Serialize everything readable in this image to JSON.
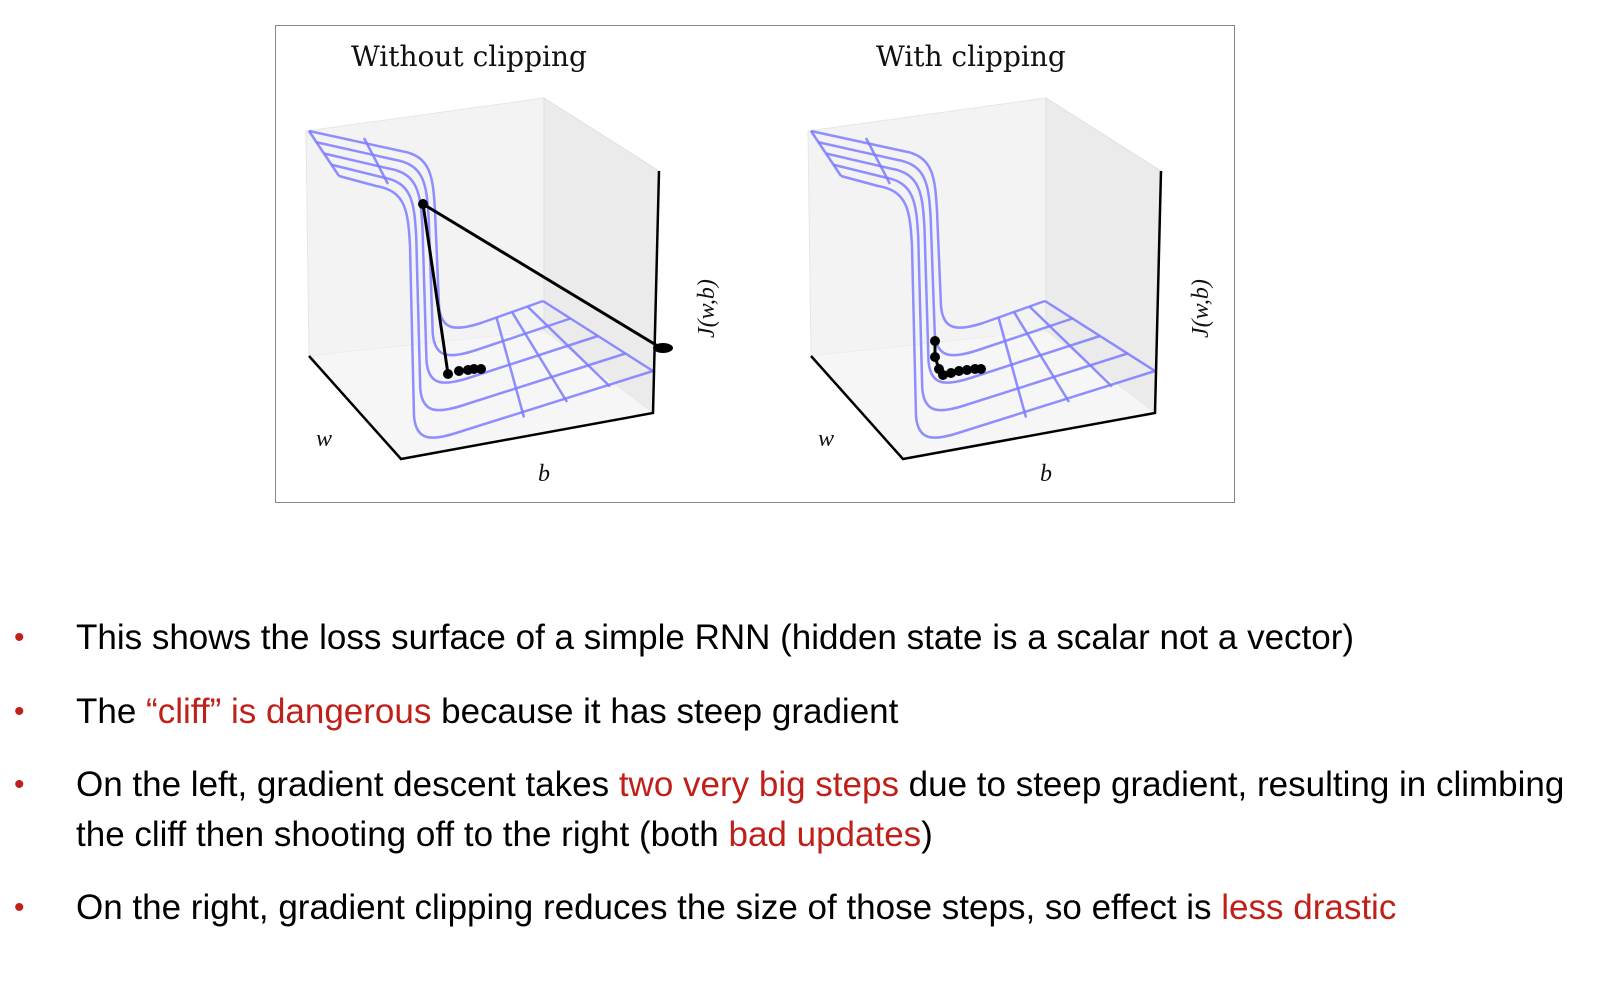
{
  "figure": {
    "panels": [
      {
        "title": "Without clipping",
        "x_label": "b",
        "y_label": "w",
        "z_label": "J(w,b)"
      },
      {
        "title": "With clipping",
        "x_label": "b",
        "y_label": "w",
        "z_label": "J(w,b)"
      }
    ],
    "colors": {
      "surface": "#7b7bff",
      "trajectory": "#000000"
    }
  },
  "bullets": [
    {
      "parts": [
        "This shows the loss surface of a simple RNN (hidden state is a scalar not a vector)"
      ]
    },
    {
      "parts": [
        "The ",
        "“cliff” is dangerous",
        " because it has steep gradient"
      ]
    },
    {
      "parts": [
        "On the left, gradient descent takes ",
        "two very big steps",
        " due to steep gradient, resulting in climbing the cliff then shooting off to the right (both ",
        "bad updates",
        ")"
      ]
    },
    {
      "parts": [
        "On the right, gradient clipping reduces the size of those steps, so effect is ",
        "less drastic"
      ]
    }
  ],
  "bullet_symbol": "•",
  "accent_color": "#c0201a"
}
